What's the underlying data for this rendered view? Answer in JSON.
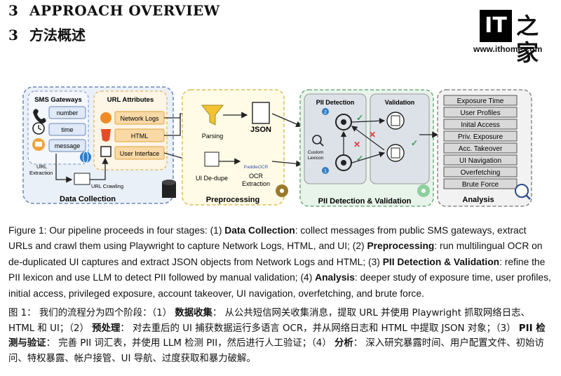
{
  "heading": {
    "number": "3",
    "title_en": "APPROACH OVERVIEW",
    "title_zh": "方法概述"
  },
  "logo": {
    "it": "IT",
    "zh": "之家",
    "url": "www.ithome.com"
  },
  "diagram": {
    "data_collection": {
      "title": "Data Collection",
      "sms_title": "SMS Gateways",
      "sms_items": [
        "number",
        "time",
        "message"
      ],
      "url_title": "URL Attributes",
      "url_items": [
        "Network Logs",
        "HTML",
        "User Interface"
      ],
      "url_extraction": [
        "URL",
        "Extraction"
      ],
      "url_crawling": "URL Crawling"
    },
    "preprocessing": {
      "title": "Preprocessing",
      "parsing": "Parsing",
      "json": "JSON",
      "dedupe": "UI De-dupe",
      "paddle": "PaddleOCR",
      "ocr": [
        "OCR",
        "Extraction"
      ]
    },
    "pii": {
      "title": "PII Detection & Validation",
      "detection": "PII Detection",
      "validation": "Validation",
      "lexicon": [
        "Custom",
        "Lexicon"
      ],
      "badge_top": "2",
      "badge_bottom": "1"
    },
    "analysis": {
      "title": "Analysis",
      "items": [
        "Exposure Time",
        "User Profiles",
        "Inital Access",
        "Priv. Exposure",
        "Acc. Takeover",
        "UI Navigation",
        "Overfetching",
        "Brute Force"
      ]
    }
  },
  "caption_en": {
    "label": "Figure 1: Our pipeline proceeds in four stages: (1) ",
    "s1": "Data Collection",
    "t1": ": collect messages from public SMS gateways, extract URLs and crawl them using Playwright to capture Network Logs, HTML, and UI; (2) ",
    "s2": "Preprocessing",
    "t2": ": run multilingual OCR on de-duplicated UI captures and extract JSON objects from Network Logs and HTML; (3) ",
    "s3": "PII Detection & Validation",
    "t3": ": refine the PII lexicon and use LLM to detect PII followed by manual validation; (4) ",
    "s4": "Analysis",
    "t4": ": deeper study of exposure time, user profiles, initial access, privileged exposure, account takeover, UI navigation, overfetching, and brute force."
  },
  "caption_zh": {
    "label": "图 1： 我们的流程分为四个阶段：（1） ",
    "s1": "数据收集",
    "t1": "： 从公共短信网关收集消息，提取 URL 并使用 Playwright 抓取网络日志、HTML 和 UI；（2） ",
    "s2": "预处理",
    "t2": "： 对去重后的 UI 捕获数据运行多语言 OCR，并从网络日志和 HTML 中提取 JSON 对象；（3） ",
    "s3": "PII 检测与验证",
    "t3": "： 完善 PII 词汇表，并使用 LLM 检测 PII，然后进行人工验证；（4） ",
    "s4": "分析",
    "t4": "： 深入研究暴露时间、用户配置文件、初始访问、特权暴露、帐户接管、UI 导航、过度获取和暴力破解。"
  }
}
